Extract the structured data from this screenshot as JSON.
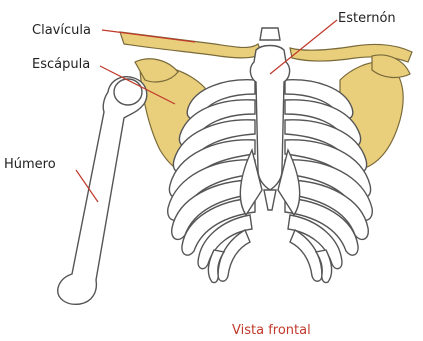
{
  "labels": {
    "clavicle": "Clavícula",
    "scapula": "Escápula",
    "humerus": "Húmero",
    "sternum": "Esternón"
  },
  "caption": "Vista frontal",
  "colors": {
    "bone_fill": "#ffffff",
    "bone_outline": "#555555",
    "scapula_clavicle_fill": "#e9cf7c",
    "leader_line": "#c0392b",
    "label_text": "#222222",
    "caption_text": "#c0392b"
  }
}
